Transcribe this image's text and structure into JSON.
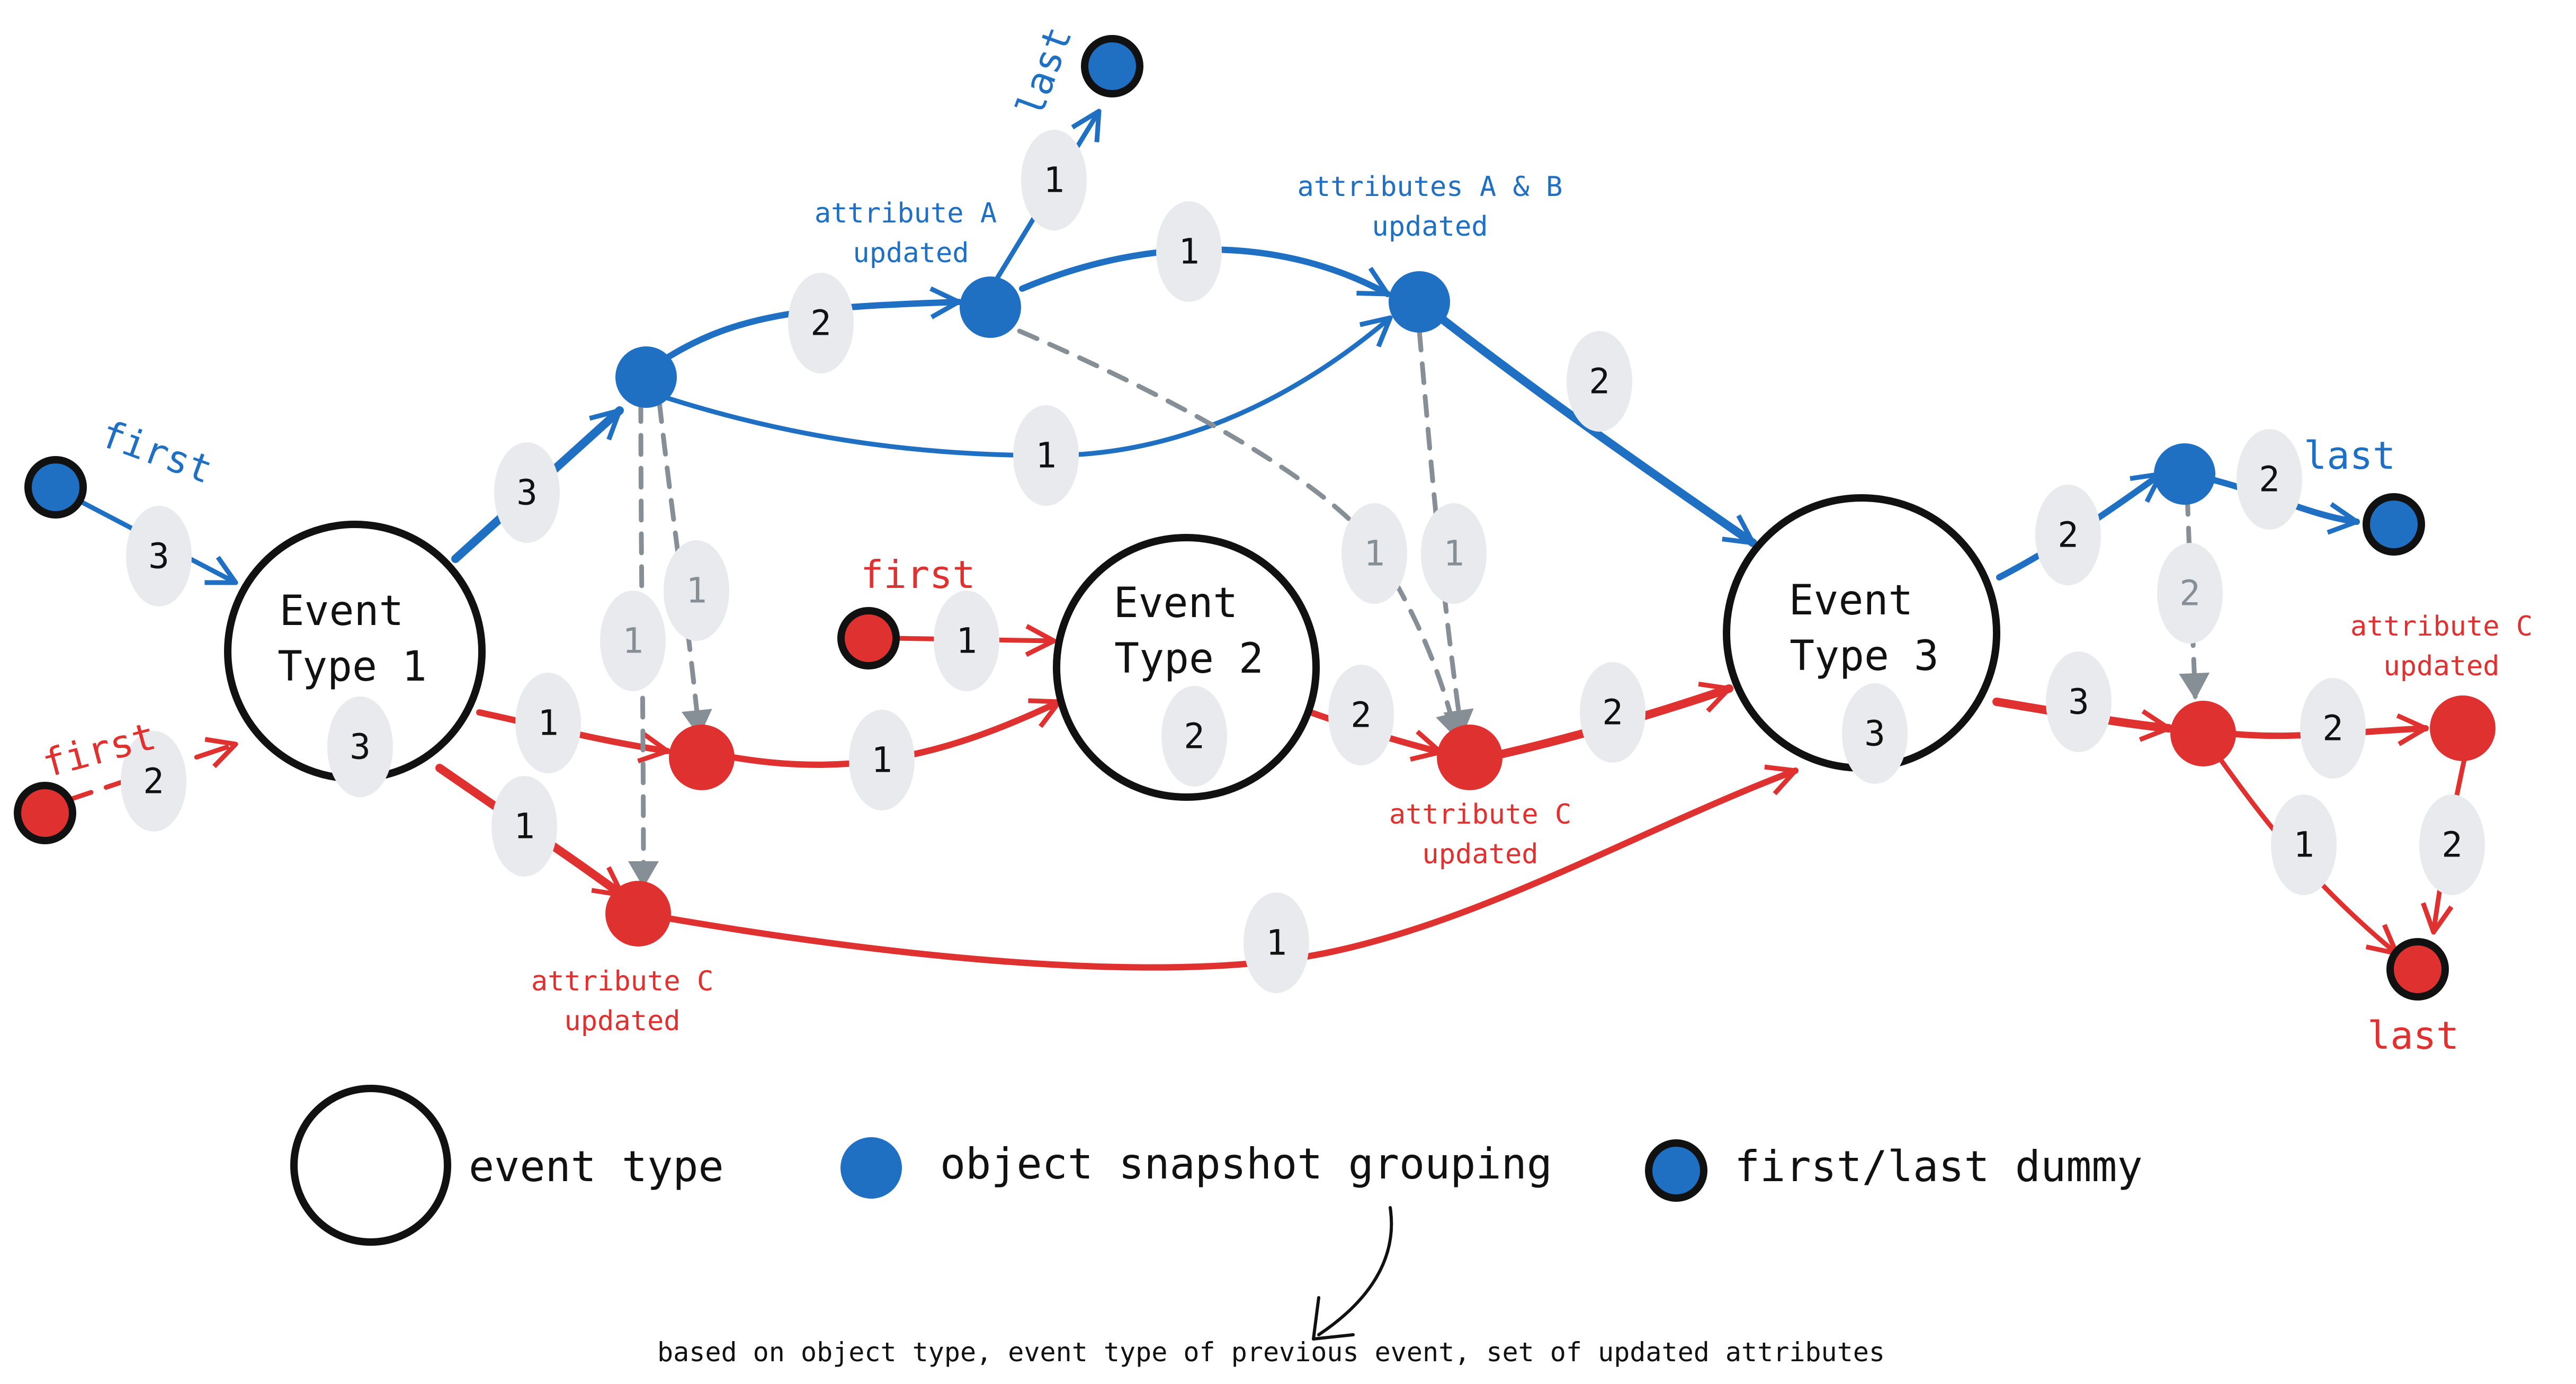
{
  "colors": {
    "blue": "#1f6fc2",
    "red": "#e03131",
    "gray": "#868e96",
    "pill": "#e8eaed",
    "black": "#111111"
  },
  "event_types": [
    {
      "line1": "Event",
      "line2": "Type 1",
      "count": "3"
    },
    {
      "line1": "Event",
      "line2": "Type 2",
      "count": "2"
    },
    {
      "line1": "Event",
      "line2": "Type 3",
      "count": "3"
    }
  ],
  "labels": {
    "first_blue": "first",
    "first_red_left": "first",
    "first_red_mid": "first",
    "last_blue_top": "last",
    "last_blue_right": "last",
    "last_red": "last",
    "attr_a_line1": "attribute A",
    "attr_a_line2": "updated",
    "attr_ab_line1": "attributes A & B",
    "attr_ab_line2": "updated",
    "attr_c_bottom_line1": "attribute C",
    "attr_c_bottom_line2": "updated",
    "attr_c_mid_line1": "attribute C",
    "attr_c_mid_line2": "updated",
    "attr_c_right_line1": "attribute C",
    "attr_c_right_line2": "updated"
  },
  "edges": {
    "first_blue_to_e1": "3",
    "first_red_to_e1": "2",
    "e1_to_b1": "3",
    "b1_to_bA": "2",
    "bA_to_last": "1",
    "bA_to_bAB": "1",
    "b1_to_bAB": "1",
    "bAB_to_e3": "2",
    "e1_to_r1": "1",
    "e1_to_rC": "1",
    "r1_to_e2": "1",
    "first_red_mid_to_e2": "1",
    "e2_to_r2": "2",
    "r2_to_e3": "2",
    "rC_to_e3": "1",
    "e3_to_b3": "2",
    "b3_to_last": "2",
    "e3_to_r3": "3",
    "r3_to_r4": "2",
    "r3_to_last": "1",
    "r4_to_last": "2",
    "dash_b1_to_rC": "1",
    "dash_b1_to_r1": "1",
    "dash_bA_to_r2": "1",
    "dash_bAB_to_r2": "1",
    "dash_b3_to_r3": "2"
  },
  "legend": {
    "event_type": "event type",
    "grouping": "object snapshot grouping",
    "dummy": "first/last dummy",
    "note": "based on object type, event type of previous event, set of updated attributes"
  }
}
